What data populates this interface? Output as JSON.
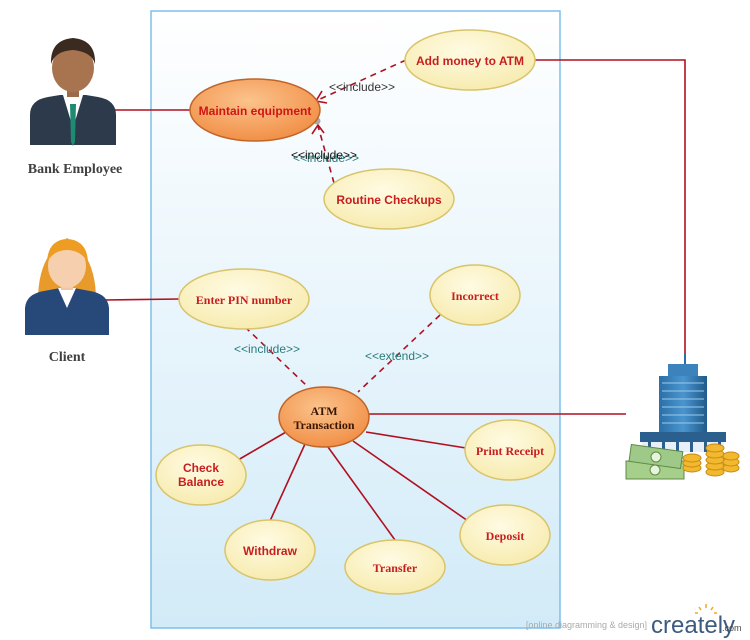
{
  "actors": {
    "bank_employee": "Bank Employee",
    "client": "Client"
  },
  "use_cases": {
    "maintain_equipment": "Maintain equipment",
    "add_money": "Add money to ATM",
    "routine_checkups": "Routine Checkups",
    "enter_pin": "Enter PIN number",
    "incorrect": "Incorrect",
    "atm_transaction_line1": "ATM",
    "atm_transaction_line2": "Transaction",
    "check_balance_line1": "Check",
    "check_balance_line2": "Balance",
    "withdraw": "Withdraw",
    "transfer": "Transfer",
    "deposit": "Deposit",
    "print_receipt": "Print Receipt"
  },
  "relations": {
    "include_add_money": "<<include>>",
    "include_routine_a": "<<include>>",
    "include_routine_b": "<<include>>",
    "include_pin": "<<include>>",
    "extend_incorrect": "<<extend>>"
  },
  "watermark": {
    "tagline": "[online diagramming & design]",
    "brand": "creately",
    "brand_suffix": ".com"
  },
  "colors": {
    "boundary_border": "#7fbfe8",
    "boundary_fill_top": "#ffffff",
    "boundary_fill_bottom": "#d2ebf8",
    "association_line": "#b01020",
    "dependency_line": "#b01020",
    "usecase_fill": "#fbf3bf",
    "usecase_stroke": "#d8c46a",
    "primary_fill": "#f39a55",
    "primary_stroke": "#c0652a",
    "usecase_text": "#c81e1e",
    "primary_text": "#d01515",
    "atm_text": "#3a1500",
    "stereotype_text": "#2a7c7c"
  }
}
